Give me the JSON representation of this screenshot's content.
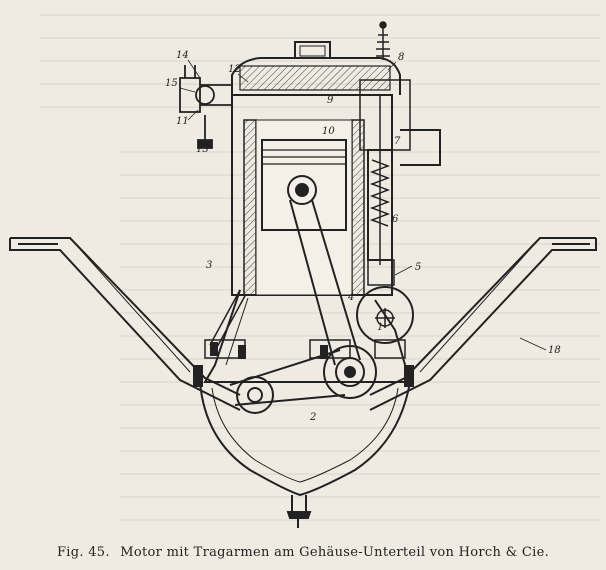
{
  "caption": {
    "fig_number": "Fig. 45.",
    "text": "Motor mit Tragarmen am Gehäuse-Unterteil von Horch & Cie."
  },
  "part_labels": [
    {
      "id": "l14",
      "text": "14"
    },
    {
      "id": "l15",
      "text": "15"
    },
    {
      "id": "l11",
      "text": "11"
    },
    {
      "id": "l13",
      "text": "13"
    },
    {
      "id": "l12",
      "text": "12"
    },
    {
      "id": "l9",
      "text": "9"
    },
    {
      "id": "l8",
      "text": "8"
    },
    {
      "id": "l10",
      "text": "10"
    },
    {
      "id": "l7",
      "text": "7"
    },
    {
      "id": "l6",
      "text": "6"
    },
    {
      "id": "l5",
      "text": "5"
    },
    {
      "id": "l4",
      "text": "4"
    },
    {
      "id": "l3",
      "text": "3"
    },
    {
      "id": "l2",
      "text": "2"
    },
    {
      "id": "l1",
      "text": "1"
    },
    {
      "id": "l18",
      "text": "18"
    }
  ],
  "colors": {
    "ink": "#222222",
    "paper": "#efebe2",
    "hatch": "#555555"
  }
}
